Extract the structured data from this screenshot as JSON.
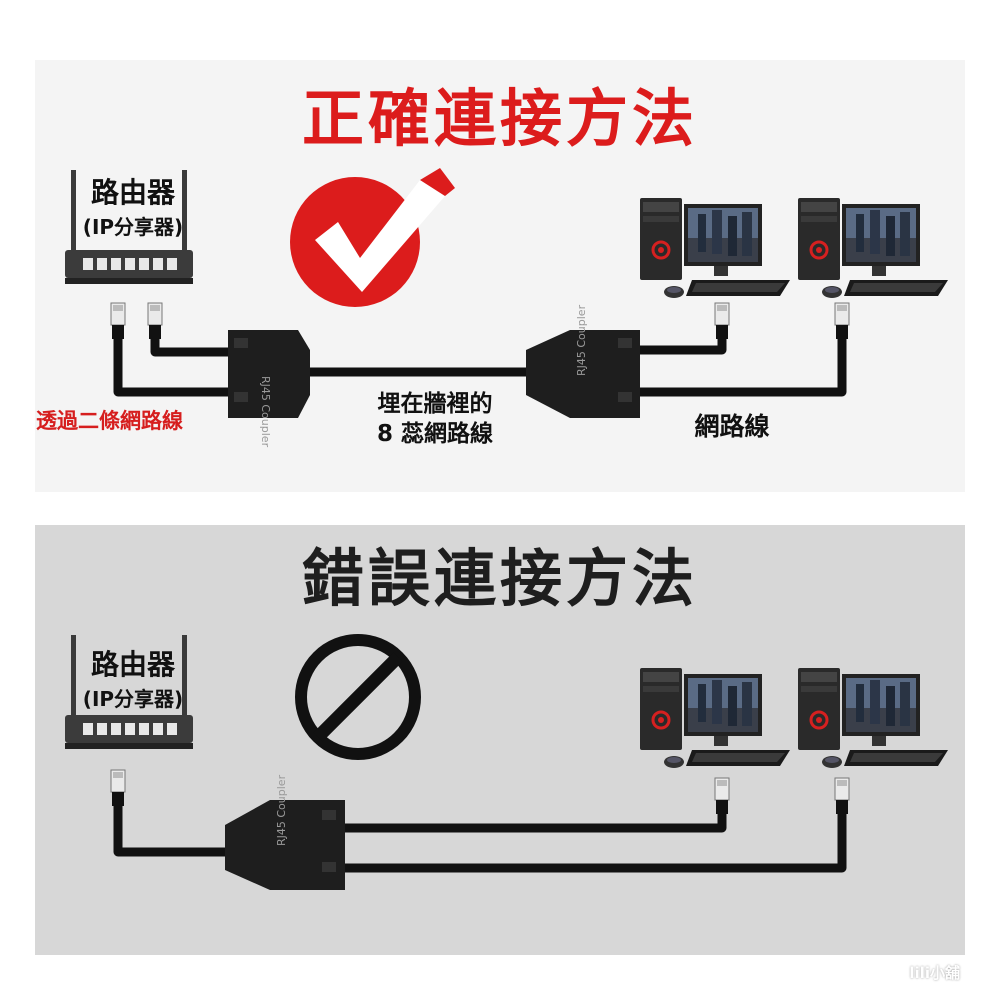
{
  "correct": {
    "title": "正確連接方法",
    "router_label": "路由器",
    "router_sublabel": "(IP分享器)",
    "two_cables_label": "透過二條網路線",
    "wall_label_line1": "埋在牆裡的",
    "wall_label_line2": "8 蕊網路線",
    "cable_label": "網路線",
    "coupler_text": "RJ45 Coupler"
  },
  "wrong": {
    "title": "錯誤連接方法",
    "router_label": "路由器",
    "router_sublabel": "(IP分享器)",
    "coupler_text": "RJ45 Coupler"
  },
  "watermark": "lili小舖",
  "colors": {
    "correct_accent": "#dc1c1c",
    "wrong_accent": "#1e1e1e",
    "cable": "#111111"
  },
  "icons": {
    "correct": "checkmark-circle-icon",
    "wrong": "prohibited-icon"
  }
}
